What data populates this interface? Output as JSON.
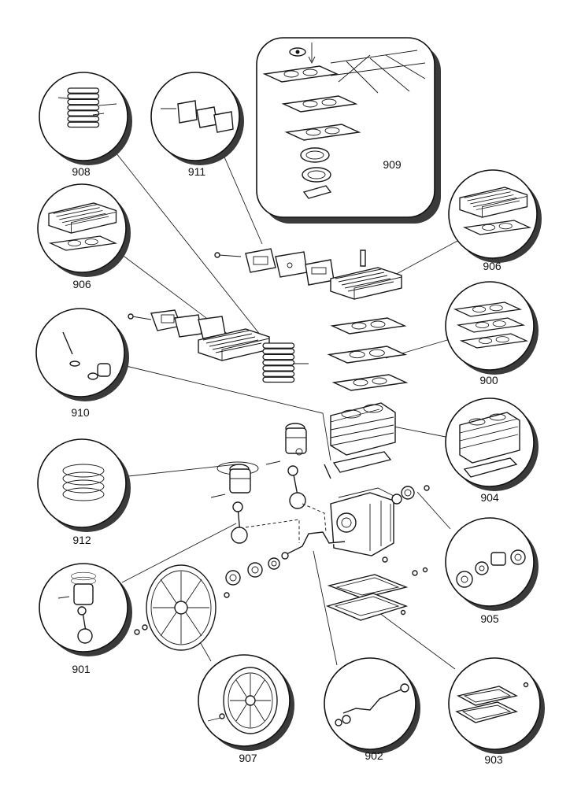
{
  "callouts": {
    "c900": "900",
    "c901": "901",
    "c902": "902",
    "c903": "903",
    "c904": "904",
    "c905": "905",
    "c906a": "906",
    "c906b": "906",
    "c907": "907",
    "c908": "908",
    "c909": "909",
    "c910": "910",
    "c911": "911",
    "c912": "912"
  }
}
